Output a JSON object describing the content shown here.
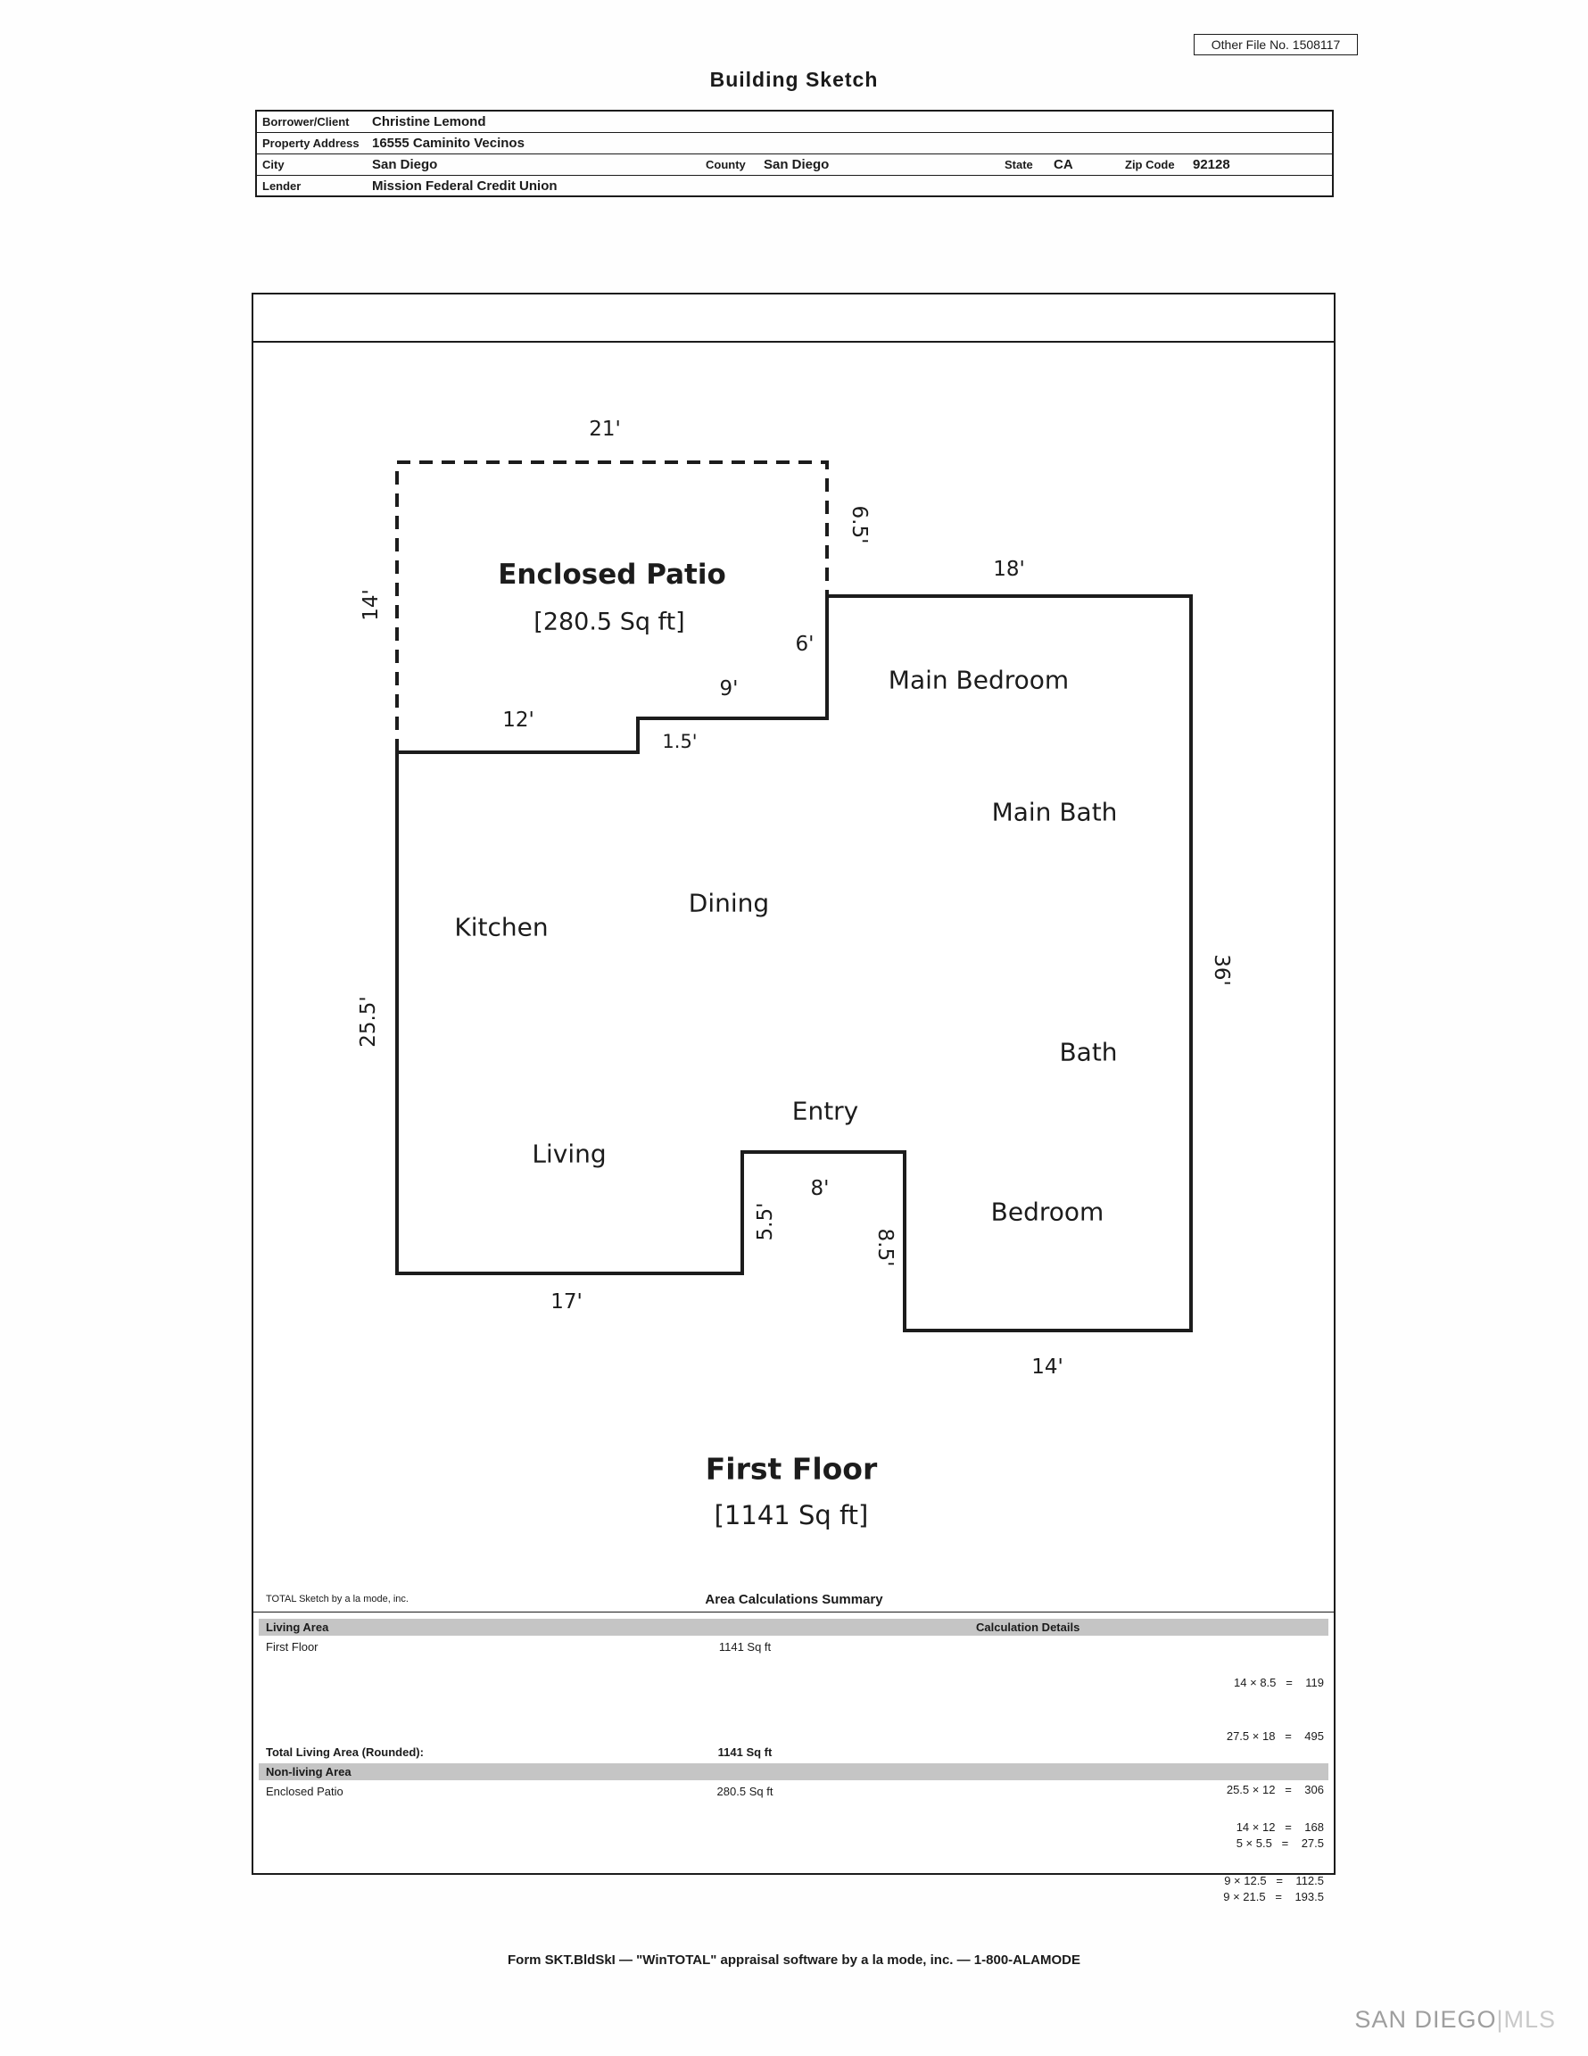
{
  "header": {
    "file_no": "Other File No. 1508117",
    "title": "Building Sketch"
  },
  "info": {
    "borrower_label": "Borrower/Client",
    "borrower": "Christine Lemond",
    "address_label": "Property Address",
    "address": "16555 Caminito Vecinos",
    "city_label": "City",
    "city": "San Diego",
    "county_label": "County",
    "county": "San Diego",
    "state_label": "State",
    "state": "CA",
    "zip_label": "Zip Code",
    "zip": "92128",
    "lender_label": "Lender",
    "lender": "Mission Federal Credit Union"
  },
  "sketch": {
    "patio_name": "Enclosed Patio",
    "patio_area": "[280.5 Sq ft]",
    "rooms": {
      "main_bedroom": "Main Bedroom",
      "main_bath": "Main Bath",
      "kitchen": "Kitchen",
      "dining": "Dining",
      "bath": "Bath",
      "entry": "Entry",
      "living": "Living",
      "bedroom": "Bedroom"
    },
    "dims": {
      "patio_top": "21'",
      "patio_left": "14'",
      "patio_right": "6.5'",
      "bedroom_top": "18'",
      "step_6": "6'",
      "step_9": "9'",
      "kitchen_top": "12'",
      "step_1_5": "1.5'",
      "left_side": "25.5'",
      "right_side": "36'",
      "entry_top": "8'",
      "entry_left": "5.5'",
      "entry_right": "8.5'",
      "bottom_left": "17'",
      "bottom_right": "14'"
    },
    "floor_name": "First Floor",
    "floor_area": "[1141 Sq ft]"
  },
  "calc": {
    "vendor_note": "TOTAL Sketch by a la mode, inc.",
    "summary_title": "Area Calculations Summary",
    "living_header": "Living Area",
    "details_header": "Calculation Details",
    "first_floor_label": "First Floor",
    "first_floor_area": "1141 Sq ft",
    "living_details": [
      "14 × 8.5   =    119",
      "27.5 × 18   =    495",
      "25.5 × 12   =    306",
      "5 × 5.5   =    27.5",
      "9 × 21.5   =    193.5"
    ],
    "total_label": "Total Living Area (Rounded):",
    "total_area": "1141 Sq ft",
    "nonliving_header": "Non-living Area",
    "patio_label": "Enclosed Patio",
    "patio_area": "280.5 Sq ft",
    "nonliving_details": [
      "14 × 12   =    168",
      "9 × 12.5   =    112.5"
    ]
  },
  "footer": {
    "form_line": "Form SKT.BldSkI — \"WinTOTAL\" appraisal software by a la mode, inc. — 1-800-ALAMODE"
  },
  "watermark": {
    "site": "SAN DIEGO",
    "divider": "|",
    "suffix": "MLS"
  }
}
